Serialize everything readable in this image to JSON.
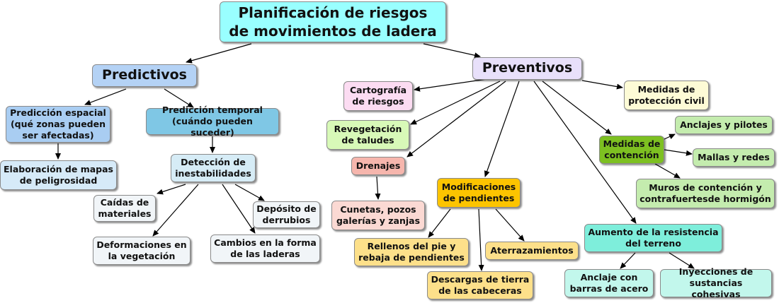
{
  "nodes": {
    "root": "Planificación de riesgos\nde movimientos de ladera",
    "predictivos": "Predictivos",
    "preventivos": "Preventivos",
    "pred_espacial": "Predicción espacial\n(qué zonas pueden\nser afectadas)",
    "pred_temporal": "Predicción temporal\n(cuándo pueden suceder)",
    "mapas": "Elaboración de mapas\nde peligrosidad",
    "deteccion": "Detección de\ninestabilidades",
    "caidas": "Caídas de\nmateriales",
    "deposito": "Depósito de\nderrubios",
    "deformaciones": "Deformaciones en\nla vegetación",
    "cambios": "Cambios en la forma\nde las laderas",
    "cartografia": "Cartografía\nde riesgos",
    "revegetacion": "Revegetación\nde taludes",
    "drenajes": "Drenajes",
    "cunetas": "Cunetas, pozos\ngalerías y zanjas",
    "modificaciones": "Modificaciones\nde pendientes",
    "rellenos": "Rellenos del pie y\nrebaja de pendientes",
    "aterrazamientos": "Aterrazamientos",
    "descargas": "Descargas de tierra\nde las cabeceras",
    "proteccion": "Medidas de\nprotección civil",
    "contencion": "Medidas de\ncontención",
    "anclajes": "Anclajes y pilotes",
    "mallas": "Mallas y redes",
    "muros": "Muros de contención y\ncontrafuertesde hormigón",
    "aumento": "Aumento de la resistencia\ndel terreno",
    "barras": "Anclaje con\nbarras de acero",
    "inyecciones": "Inyecciones de\nsustancias cohesivas"
  },
  "colors": {
    "root": "#99ffff",
    "predictivos": "#b4d2f5",
    "preventivos": "#e8e0fa",
    "pred_espacial": "#a9cdf2",
    "pred_temporal": "#7fc7e5",
    "mapas": "#d6eaf8",
    "deteccion": "#d6ecf6",
    "grey_leaf": "#f1f5f8",
    "cartografia": "#fcdcf2",
    "revegetacion": "#d8f9b8",
    "drenajes": "#f6b6ad",
    "cunetas": "#fbd9d3",
    "modificaciones": "#fcc400",
    "yellow_leaf": "#fde08a",
    "proteccion": "#fdfbd6",
    "contencion": "#7dc021",
    "green_leaf": "#c4ecae",
    "aumento": "#7eeedb",
    "teal_leaf": "#c2f7ec",
    "edge": "#000000"
  }
}
